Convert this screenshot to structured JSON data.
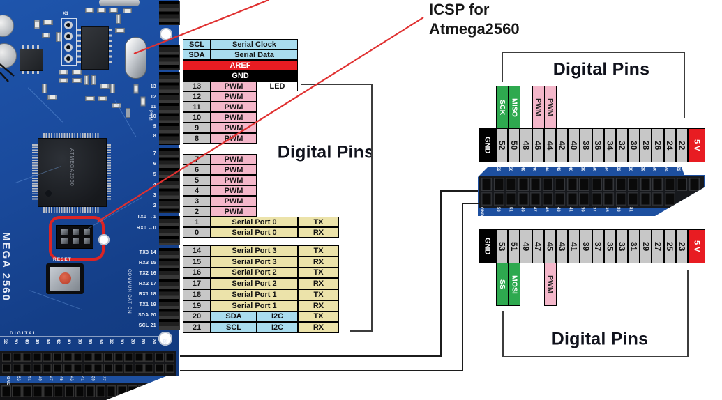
{
  "heading": {
    "line1": "ICSP for",
    "line2": "Atmega2560"
  },
  "colors": {
    "pwm_pink": "#f4b7ca",
    "i2c_blue": "#a9dcee",
    "serial_tan": "#ece3aa",
    "pin_gray": "#c7c7c7",
    "spi_green": "#2ea94f",
    "power_red": "#e81c22",
    "annotation_red": "#e03030",
    "board_blue": "#1a4a9c"
  },
  "left_table": {
    "digital_pins_label": "Digital Pins",
    "rows_top": [
      {
        "type": "i2c_head",
        "pin": "SCL",
        "label": "Serial Clock"
      },
      {
        "type": "i2c_head",
        "pin": "SDA",
        "label": "Serial Data"
      },
      {
        "type": "aref",
        "label": "AREF"
      },
      {
        "type": "gnd",
        "label": "GND"
      },
      {
        "type": "pwm",
        "pin": "13",
        "label": "PWM",
        "extra": "LED"
      },
      {
        "type": "pwm",
        "pin": "12",
        "label": "PWM"
      },
      {
        "type": "pwm",
        "pin": "11",
        "label": "PWM"
      },
      {
        "type": "pwm",
        "pin": "10",
        "label": "PWM"
      },
      {
        "type": "pwm",
        "pin": "9",
        "label": "PWM"
      },
      {
        "type": "pwm",
        "pin": "8",
        "label": "PWM"
      },
      {
        "type": "gap"
      },
      {
        "type": "pwm",
        "pin": "7",
        "label": "PWM"
      },
      {
        "type": "pwm",
        "pin": "6",
        "label": "PWM"
      },
      {
        "type": "pwm",
        "pin": "5",
        "label": "PWM"
      },
      {
        "type": "pwm",
        "pin": "4",
        "label": "PWM"
      },
      {
        "type": "pwm",
        "pin": "3",
        "label": "PWM"
      },
      {
        "type": "pwm",
        "pin": "2",
        "label": "PWM"
      },
      {
        "type": "serial",
        "pin": "1",
        "label": "Serial Port 0",
        "dir": "TX"
      },
      {
        "type": "serial",
        "pin": "0",
        "label": "Serial Port 0",
        "dir": "RX"
      }
    ],
    "rows_bottom": [
      {
        "type": "serial",
        "pin": "14",
        "label": "Serial Port 3",
        "dir": "TX"
      },
      {
        "type": "serial",
        "pin": "15",
        "label": "Serial Port 3",
        "dir": "RX"
      },
      {
        "type": "serial",
        "pin": "16",
        "label": "Serial Port 2",
        "dir": "TX"
      },
      {
        "type": "serial",
        "pin": "17",
        "label": "Serial Port 2",
        "dir": "RX"
      },
      {
        "type": "serial",
        "pin": "18",
        "label": "Serial Port 1",
        "dir": "TX"
      },
      {
        "type": "serial",
        "pin": "19",
        "label": "Serial Port 1",
        "dir": "RX"
      },
      {
        "type": "i2c_serial",
        "pin": "20",
        "label": "SDA",
        "label2": "I2C",
        "dir": "TX"
      },
      {
        "type": "i2c_serial",
        "pin": "21",
        "label": "SCL",
        "label2": "I2C",
        "dir": "RX"
      }
    ]
  },
  "right_top": {
    "title": "Digital Pins",
    "gnd": "GND",
    "v5": "5 V",
    "pins": [
      "52",
      "50",
      "48",
      "46",
      "44",
      "42",
      "40",
      "38",
      "36",
      "34",
      "32",
      "30",
      "28",
      "26",
      "24",
      "22"
    ],
    "tags": [
      {
        "text": "SCK",
        "style": "green",
        "col": 0
      },
      {
        "text": "MISO",
        "style": "green",
        "col": 1
      },
      {
        "text": "PWM",
        "style": "pink",
        "col": 3
      },
      {
        "text": "PWM",
        "style": "pink",
        "col": 4
      }
    ]
  },
  "right_bottom": {
    "title": "Digital Pins",
    "gnd": "GND",
    "v5": "5 V",
    "pins": [
      "53",
      "51",
      "49",
      "47",
      "45",
      "43",
      "41",
      "39",
      "37",
      "35",
      "33",
      "31",
      "29",
      "27",
      "25",
      "23"
    ],
    "tags": [
      {
        "text": "SS",
        "style": "green",
        "col": 0
      },
      {
        "text": "MOSI",
        "style": "green",
        "col": 1
      },
      {
        "text": "PWM",
        "style": "pink",
        "col": 4
      }
    ]
  },
  "connector_strip": {
    "top_numbers": [
      "52",
      "50",
      "48",
      "46",
      "44",
      "42",
      "40",
      "38",
      "36",
      "34",
      "32",
      "30",
      "28",
      "26",
      "24",
      "22"
    ],
    "bottom_numbers": [
      "GND",
      "53",
      "51",
      "49",
      "47",
      "45",
      "43",
      "41",
      "39",
      "37",
      "35",
      "33",
      "31"
    ]
  },
  "board": {
    "mega_label": "MEGA 2560",
    "digital_label": "DIGITAL",
    "communication_label": "COMMUNICATION",
    "reset_label": "RESET",
    "x1_label": "X1",
    "pwm_silk": "PWM",
    "chip_label": "ATMEGA2560",
    "edge_labels": [
      "13",
      "12",
      "11",
      "10",
      "9",
      "8",
      "7",
      "6",
      "5",
      "4",
      "3",
      "2",
      "TX0 →1",
      "RX0 ←0",
      "TX3 14",
      "RX3 15",
      "TX2 16",
      "RX2 17",
      "RX1 18",
      "TX1 19",
      "SDA 20",
      "SCL 21"
    ],
    "bottom_numbers": [
      "52",
      "50",
      "48",
      "46",
      "44",
      "42",
      "40",
      "38",
      "36",
      "34",
      "32",
      "30",
      "28",
      "26",
      "24",
      "22"
    ],
    "bottom_numbers2": [
      "GND",
      "53",
      "51",
      "49",
      "47",
      "45",
      "43",
      "41",
      "39",
      "37"
    ]
  }
}
